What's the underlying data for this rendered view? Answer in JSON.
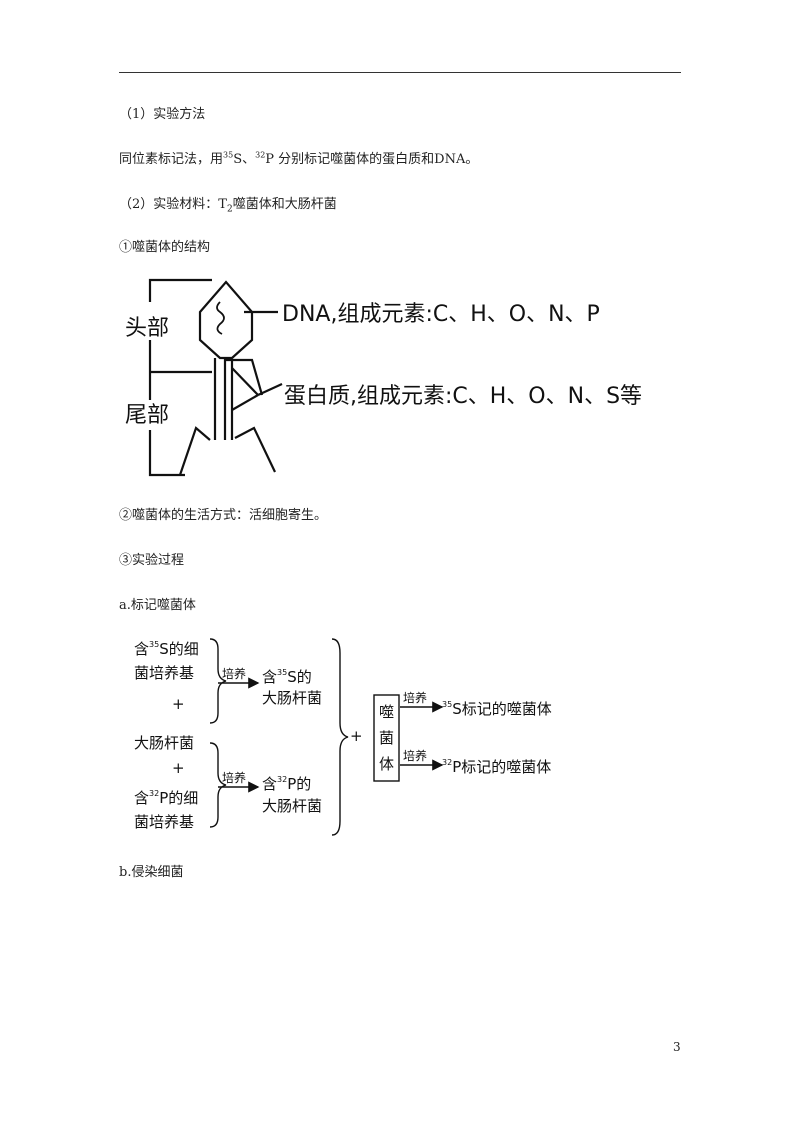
{
  "section1": {
    "heading": "（1）实验方法"
  },
  "section1_body": {
    "a": "同位素标记法，用",
    "sup1": "35",
    "b": "S、",
    "sup2": "32",
    "c": "P 分别标记噬菌体的蛋白质和DNA。"
  },
  "section2": {
    "a": "（2）实验材料：T",
    "sub": "2",
    "b": "噬菌体和大肠杆菌"
  },
  "item1": "①噬菌体的结构",
  "structure_diagram": {
    "head_label": "头部",
    "tail_label": "尾部",
    "dna_label": "DNA,组成元素:C、H、O、N、P",
    "protein_label": "蛋白质,组成元素:C、H、O、N、S等"
  },
  "item2": "②噬菌体的生活方式：活细胞寄生。",
  "item3": "③实验过程",
  "step_a": "a.标记噬菌体",
  "process_diagram": {
    "medium35_line1_pre": "含",
    "medium35_sup": "35",
    "medium35_line1_post": "S的细",
    "medium35_line2": "菌培养基",
    "plus1": "+",
    "ecoli": "大肠杆菌",
    "plus2": "+",
    "medium32_line1_pre": "含",
    "medium32_sup": "32",
    "medium32_line1_post": "P的细",
    "medium32_line2": "菌培养基",
    "culture1": "培养",
    "culture2": "培养",
    "ecoli35_line1_pre": "含",
    "ecoli35_sup": "35",
    "ecoli35_line1_post": "S的",
    "ecoli35_line2": "大肠杆菌",
    "ecoli32_line1_pre": "含",
    "ecoli32_sup": "32",
    "ecoli32_line1_post": "P的",
    "ecoli32_line2": "大肠杆菌",
    "plus3": "+",
    "phage_box": [
      "噬",
      "菌",
      "体"
    ],
    "culture3": "培养",
    "culture4": "培养",
    "result35_sup": "35",
    "result35": "S标记的噬菌体",
    "result32_sup": "32",
    "result32": "P标记的噬菌体"
  },
  "step_b": "b.侵染细菌",
  "page_number": "3"
}
